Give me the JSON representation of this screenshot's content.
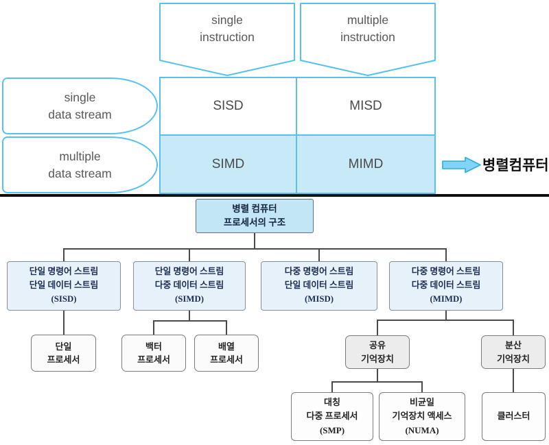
{
  "colors": {
    "matrix_border": "#55C1EF",
    "matrix_highlight_fill": "#C8E9F8",
    "arrow_fill": "#82D4F7",
    "arrow_border": "#2EAADF",
    "tree_root_fill": "#C3E6F6",
    "tree_level2_fill": "#E7F1F9",
    "tree_memory_fill": "#ECECEC",
    "tree_leaf_fill": "#FBFBFB",
    "tree_line": "#4A4A4A",
    "divider": "#0D0D0D"
  },
  "matrix": {
    "col_headers": [
      {
        "line1": "single",
        "line2": "instruction"
      },
      {
        "line1": "multiple",
        "line2": "instruction"
      }
    ],
    "row_headers": [
      {
        "line1": "single",
        "line2": "data stream"
      },
      {
        "line1": "multiple",
        "line2": "data stream"
      }
    ],
    "cells": [
      [
        "SISD",
        "MISD"
      ],
      [
        "SIMD",
        "MIMD"
      ]
    ],
    "arrow_label": "병렬컴퓨터"
  },
  "tree": {
    "root": {
      "line1": "병렬 컴퓨터",
      "line2": "프로세서의 구조"
    },
    "level2": [
      {
        "line1": "단일 명령어 스트림",
        "line2": "단일 데이터 스트림",
        "line3": "(SISD)"
      },
      {
        "line1": "단일 명령어 스트림",
        "line2": "다중 데이터 스트림",
        "line3": "(SIMD)"
      },
      {
        "line1": "다중 명령어 스트림",
        "line2": "단일 데이터 스트림",
        "line3": "(MISD)"
      },
      {
        "line1": "다중 명령어 스트림",
        "line2": "다중 데이터 스트림",
        "line3": "(MIMD)"
      }
    ],
    "level3": [
      {
        "line1": "단일",
        "line2": "프로세서"
      },
      {
        "line1": "백터",
        "line2": "프로세서"
      },
      {
        "line1": "배열",
        "line2": "프로세서"
      },
      {
        "line1": "공유",
        "line2": "기억장치"
      },
      {
        "line1": "분산",
        "line2": "기억장치"
      }
    ],
    "level4": [
      {
        "line1": "대칭",
        "line2": "다중 프로세서",
        "line3": "(SMP)"
      },
      {
        "line1": "비균일",
        "line2": "기억장치 액세스",
        "line3": "(NUMA)"
      },
      {
        "line1": "클러스터"
      }
    ]
  }
}
